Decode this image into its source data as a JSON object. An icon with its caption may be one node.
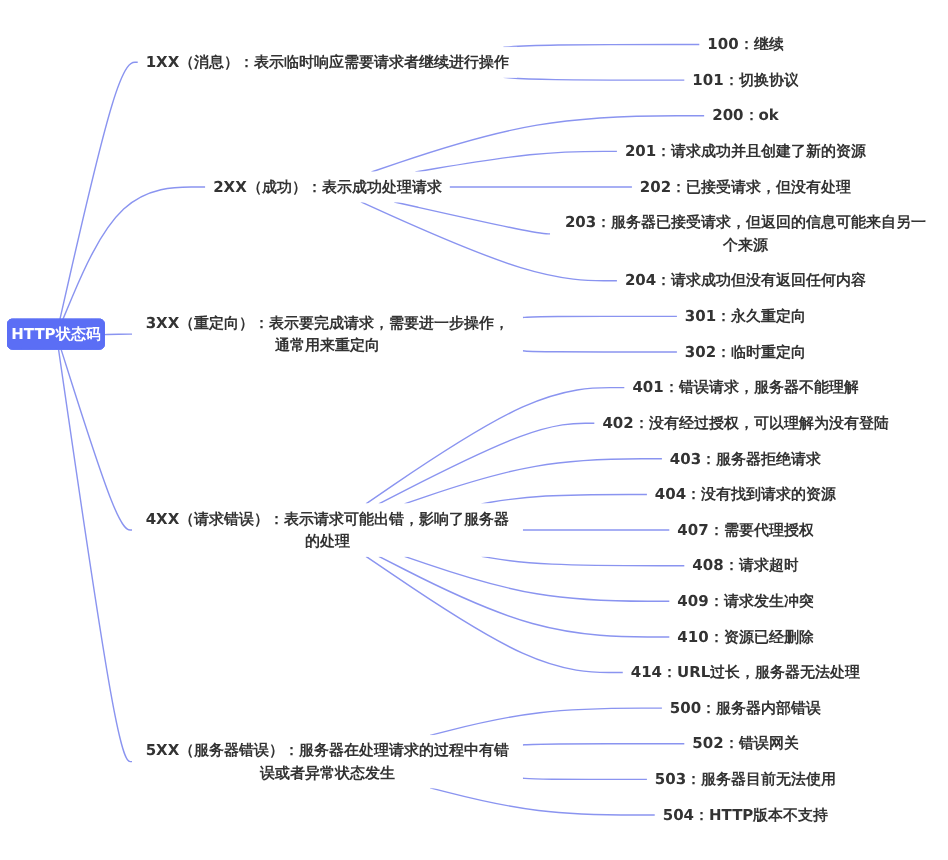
{
  "diagram": {
    "nodes": [
      {
        "text": [
          "HTTP状态码"
        ]
      },
      {
        "text": [
          "1XX（消息）：表示临时响应需要请求者继续进行操作"
        ]
      },
      {
        "text": [
          "100：继续"
        ]
      },
      {
        "text": [
          "101：切换协议"
        ]
      },
      {
        "text": [
          "2XX（成功）：表示成功处理请求"
        ]
      },
      {
        "text": [
          "200：ok"
        ]
      },
      {
        "text": [
          "201：请求成功并且创建了新的资源"
        ]
      },
      {
        "text": [
          "202：已接受请求，但没有处理"
        ]
      },
      {
        "text": [
          "203：服务器已接受请求，但返回的信息可能来自另一个来源"
        ]
      },
      {
        "text": [
          "204：请求成功但没有返回任何内容"
        ]
      },
      {
        "text": [
          "3XX（重定向）：表示要完成请求，需要进一步操作，通常用来重定向"
        ]
      },
      {
        "text": [
          "301：永久重定向"
        ]
      },
      {
        "text": [
          "302：临时重定向"
        ]
      },
      {
        "text": [
          "4XX（请求错误）：表示请求可能出错，影响了服务器的处理"
        ]
      },
      {
        "text": [
          "401：错误请求，服务器不能理解"
        ]
      },
      {
        "text": [
          "402：没有经过授权，可以理解为没有登陆"
        ]
      },
      {
        "text": [
          "403：服务器拒绝请求"
        ]
      },
      {
        "text": [
          "404：没有找到请求的资源"
        ]
      },
      {
        "text": [
          "407：需要代理授权"
        ]
      },
      {
        "text": [
          "408：请求超时"
        ]
      },
      {
        "text": [
          "409：请求发生冲突"
        ]
      },
      {
        "text": [
          "410：资源已经删除"
        ]
      },
      {
        "text": [
          "414：URL过长，服务器无法处理"
        ]
      },
      {
        "text": [
          "5XX（服务器错误）：服务器在处理请求的过程中有错误或者异常状态发生"
        ]
      },
      {
        "text": [
          "500：服务器内部错误"
        ]
      },
      {
        "text": [
          "502：错误网关"
        ]
      },
      {
        "text": [
          "503：服务器目前无法使用"
        ]
      },
      {
        "text": [
          "504：HTTP版本不支持"
        ]
      }
    ],
    "edges": [
      {
        "from": 0,
        "to": 1,
        "arrow": "none"
      },
      {
        "from": 1,
        "to": 2,
        "arrow": "none"
      },
      {
        "from": 1,
        "to": 3,
        "arrow": "none"
      },
      {
        "from": 0,
        "to": 4,
        "arrow": "none"
      },
      {
        "from": 4,
        "to": 5,
        "arrow": "none"
      },
      {
        "from": 4,
        "to": 6,
        "arrow": "none"
      },
      {
        "from": 4,
        "to": 7,
        "arrow": "none"
      },
      {
        "from": 4,
        "to": 8,
        "arrow": "none"
      },
      {
        "from": 4,
        "to": 9,
        "arrow": "none"
      },
      {
        "from": 0,
        "to": 10,
        "arrow": "none"
      },
      {
        "from": 10,
        "to": 11,
        "arrow": "none"
      },
      {
        "from": 10,
        "to": 12,
        "arrow": "none"
      },
      {
        "from": 0,
        "to": 13,
        "arrow": "none"
      },
      {
        "from": 13,
        "to": 14,
        "arrow": "none"
      },
      {
        "from": 13,
        "to": 15,
        "arrow": "none"
      },
      {
        "from": 13,
        "to": 16,
        "arrow": "none"
      },
      {
        "from": 13,
        "to": 17,
        "arrow": "none"
      },
      {
        "from": 13,
        "to": 18,
        "arrow": "none"
      },
      {
        "from": 13,
        "to": 19,
        "arrow": "none"
      },
      {
        "from": 13,
        "to": 20,
        "arrow": "none"
      },
      {
        "from": 13,
        "to": 21,
        "arrow": "none"
      },
      {
        "from": 13,
        "to": 22,
        "arrow": "none"
      },
      {
        "from": 0,
        "to": 23,
        "arrow": "none"
      },
      {
        "from": 23,
        "to": 24,
        "arrow": "none"
      },
      {
        "from": 23,
        "to": 25,
        "arrow": "none"
      },
      {
        "from": 23,
        "to": 26,
        "arrow": "none"
      },
      {
        "from": 23,
        "to": 27,
        "arrow": "none"
      }
    ]
  }
}
